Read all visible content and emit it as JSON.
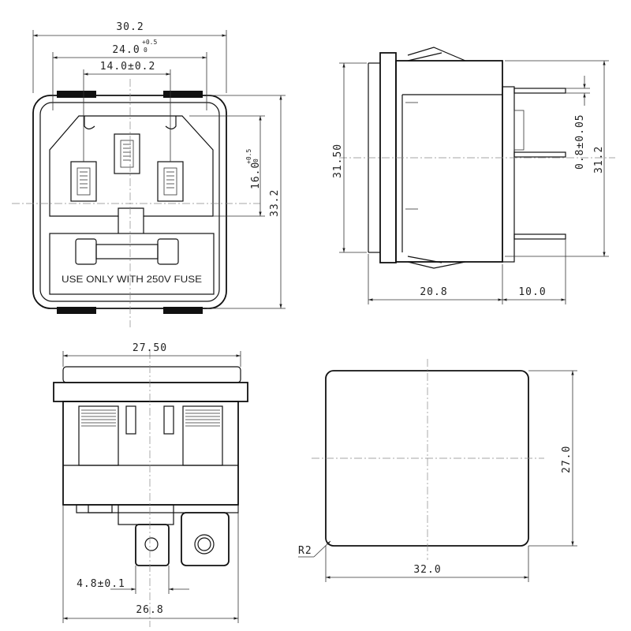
{
  "front_view": {
    "dim_overall_width": "30.2",
    "dim_mount_width": "24.0",
    "dim_mount_width_tol_upper": "+0.5",
    "dim_mount_width_tol_lower": "0",
    "dim_pin_spacing": "14.0±0.2",
    "dim_inlet_height": "16.0",
    "dim_inlet_height_tol_upper": "+0.5",
    "dim_inlet_height_tol_lower": "0",
    "dim_overall_height": "33.2",
    "fuse_label": "USE ONLY WITH 250V FUSE"
  },
  "side_view": {
    "dim_body_height": "31.50",
    "dim_terminal_thickness": "0.8±0.05",
    "dim_overall_height": "31.2",
    "dim_body_depth": "20.8",
    "dim_terminal_length": "10.0"
  },
  "bottom_view": {
    "dim_flange_width": "27.50",
    "dim_terminal_width": "4.8±0.1",
    "dim_body_width": "26.8"
  },
  "panel_cutout": {
    "dim_height": "27.0",
    "dim_width": "32.0",
    "dim_corner_radius": "R2"
  }
}
